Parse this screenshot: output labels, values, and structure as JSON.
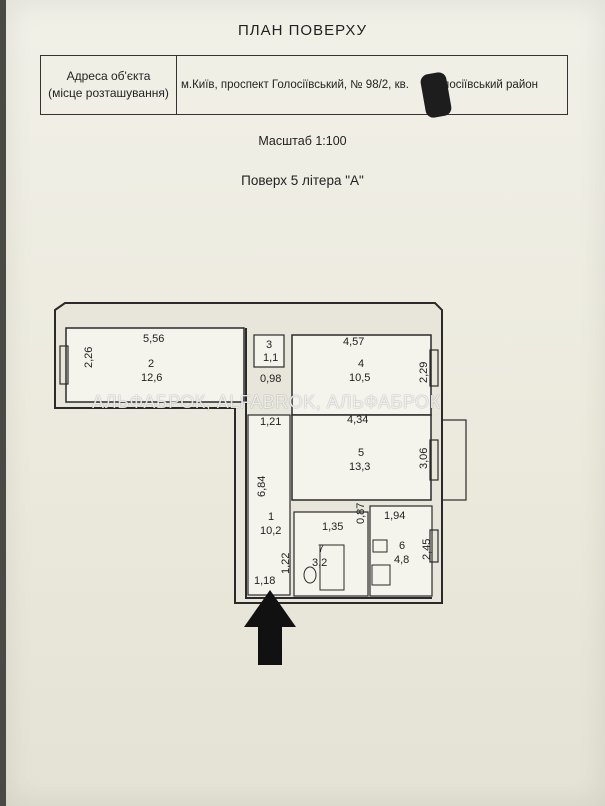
{
  "header": {
    "title": "ПЛАН ПОВЕРХУ",
    "address_label_line1": "Адреса об'єкта",
    "address_label_line2": "(місце розташування)",
    "address_value": "м.Київ, проспект Голосіївський, № 98/2, кв.",
    "address_district": "Голосіївський район"
  },
  "scale": "Масштаб 1:100",
  "floor": "Поверх 5 літера \"А\"",
  "watermark": "АЛЬФАБРОК, ALFABROK, АЛЬФАБРОК",
  "rooms": [
    {
      "no": "2",
      "area": "12,6"
    },
    {
      "no": "3",
      "area": "1,1"
    },
    {
      "no": "4",
      "area": "10,5"
    },
    {
      "no": "5",
      "area": "13,3"
    },
    {
      "no": "1",
      "area": "10,2"
    },
    {
      "no": "7",
      "area": "3,2"
    },
    {
      "no": "6",
      "area": "4,8"
    }
  ],
  "dimensions": {
    "d556": "5,56",
    "d226": "2,26",
    "d457": "4,57",
    "d229": "2,29",
    "d098": "0,98",
    "d121": "1,21",
    "d434": "4,34",
    "d306": "3,06",
    "d684": "6,84",
    "d087": "0,87",
    "d135": "1,35",
    "d194": "1,94",
    "d245": "2,45",
    "d122": "1,22",
    "d118": "1,18"
  },
  "colors": {
    "paper": "#efeee5",
    "ink": "#222222"
  }
}
